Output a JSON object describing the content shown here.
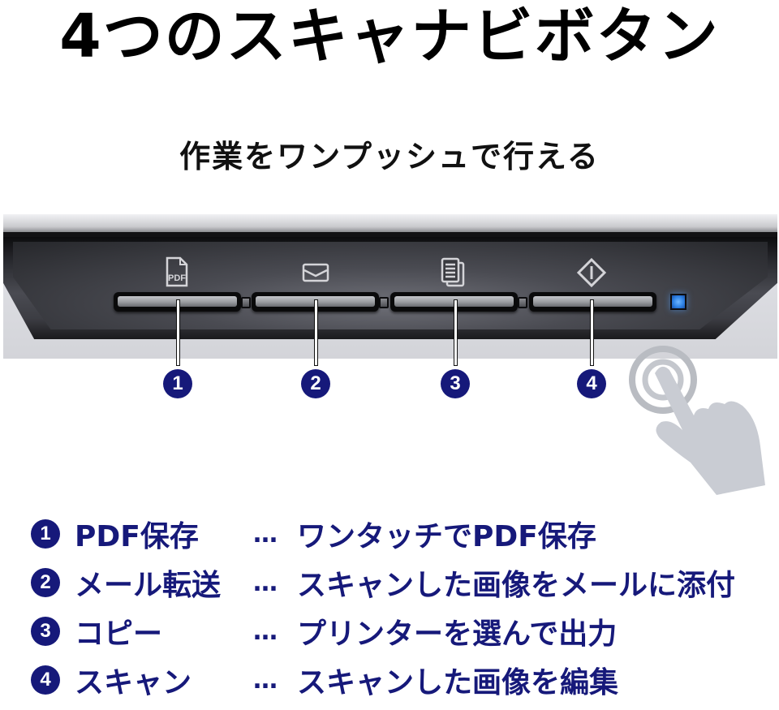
{
  "header": {
    "title": "4つのスキャナビボタン",
    "subtitle": "作業をワンプッシュで行える"
  },
  "device": {
    "buttons": [
      {
        "number": "1",
        "icon": "pdf-file-icon",
        "icon_label": "PDF"
      },
      {
        "number": "2",
        "icon": "envelope-icon",
        "icon_label": ""
      },
      {
        "number": "3",
        "icon": "copy-documents-icon",
        "icon_label": ""
      },
      {
        "number": "4",
        "icon": "scan-diamond-icon",
        "icon_label": ""
      }
    ],
    "led_color": "#2f83e6",
    "gesture_icon": "tap-hand-icon"
  },
  "legend": {
    "separator": "…",
    "items": [
      {
        "number": "1",
        "name": "PDF保存",
        "description": "ワンタッチでPDF保存"
      },
      {
        "number": "2",
        "name": "メール転送",
        "description": "スキャンした画像をメールに添付"
      },
      {
        "number": "3",
        "name": "コピー",
        "description": "プリンターを選んで出力"
      },
      {
        "number": "4",
        "name": "スキャン",
        "description": "スキャンした画像を編集"
      }
    ]
  },
  "colors": {
    "accent_navy": "#16197a",
    "title_text": "#000000"
  }
}
